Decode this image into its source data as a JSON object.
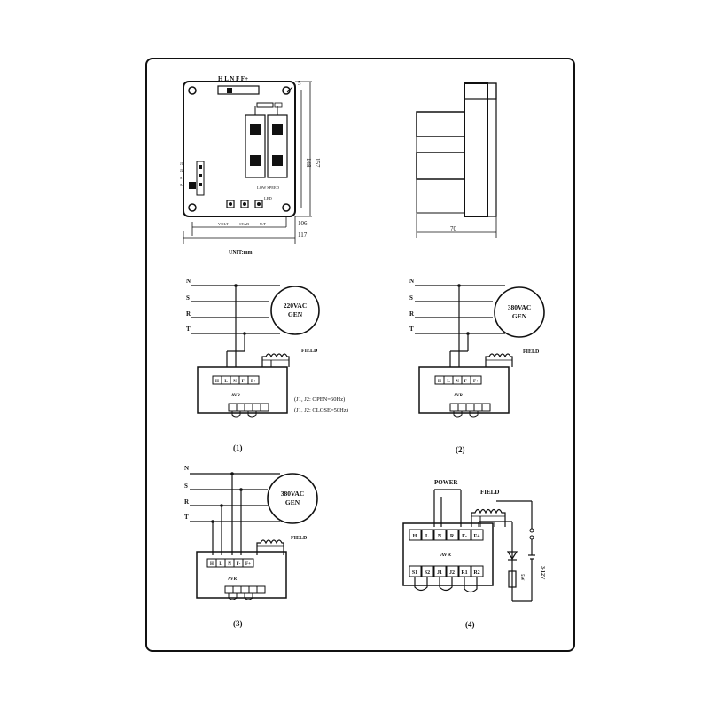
{
  "drawing": {
    "unit_label": "UNIT:mm",
    "front_view": {
      "top_terminals": "H L N F F+",
      "screw_label": "5",
      "dim_148": "148",
      "dim_157": "157",
      "dim_106": "106",
      "dim_117": "117",
      "pot_labels": [
        "VOLT",
        "STAB",
        "U/F"
      ],
      "low_speed_label": "LOW SPEED",
      "led_label": "LED",
      "side_labels": [
        "J1",
        "J2",
        "S1",
        "S2"
      ]
    },
    "side_view": {
      "dim_70": "70"
    }
  },
  "diagrams": [
    {
      "caption": "(1)",
      "lines": [
        "N",
        "S",
        "R",
        "T"
      ],
      "gen_label_1": "220VAC",
      "gen_label_2": "GEN",
      "field_label": "FIELD",
      "terminals": [
        "H",
        "L",
        "N",
        "F-",
        "F+"
      ],
      "avr_label": "AVR",
      "note_1": "(J1, J2: OPEN=60Hz)",
      "note_2": "(J1, J2: CLOSE=50Hz)"
    },
    {
      "caption": "(2)",
      "lines": [
        "N",
        "S",
        "R",
        "T"
      ],
      "gen_label_1": "380VAC",
      "gen_label_2": "GEN",
      "field_label": "FIELD",
      "terminals": [
        "H",
        "L",
        "N",
        "F-",
        "F+"
      ],
      "avr_label": "AVR"
    },
    {
      "caption": "(3)",
      "lines": [
        "N",
        "S",
        "R",
        "T"
      ],
      "gen_label_1": "380VAC",
      "gen_label_2": "GEN",
      "field_label": "FIELD",
      "terminals": [
        "H",
        "L",
        "N",
        "F-",
        "F+"
      ],
      "avr_label": "AVR"
    },
    {
      "caption": "(4)",
      "power_label": "POWER",
      "field_label": "FIELD",
      "terminals": [
        "H",
        "L",
        "N",
        "R",
        "F-",
        "F+"
      ],
      "bottom_terminals": [
        "S1",
        "S2",
        "J1",
        "J2",
        "R1",
        "R2"
      ],
      "avr_label": "AVR",
      "resistor_label": "5W",
      "battery_label": "3-12V"
    }
  ]
}
